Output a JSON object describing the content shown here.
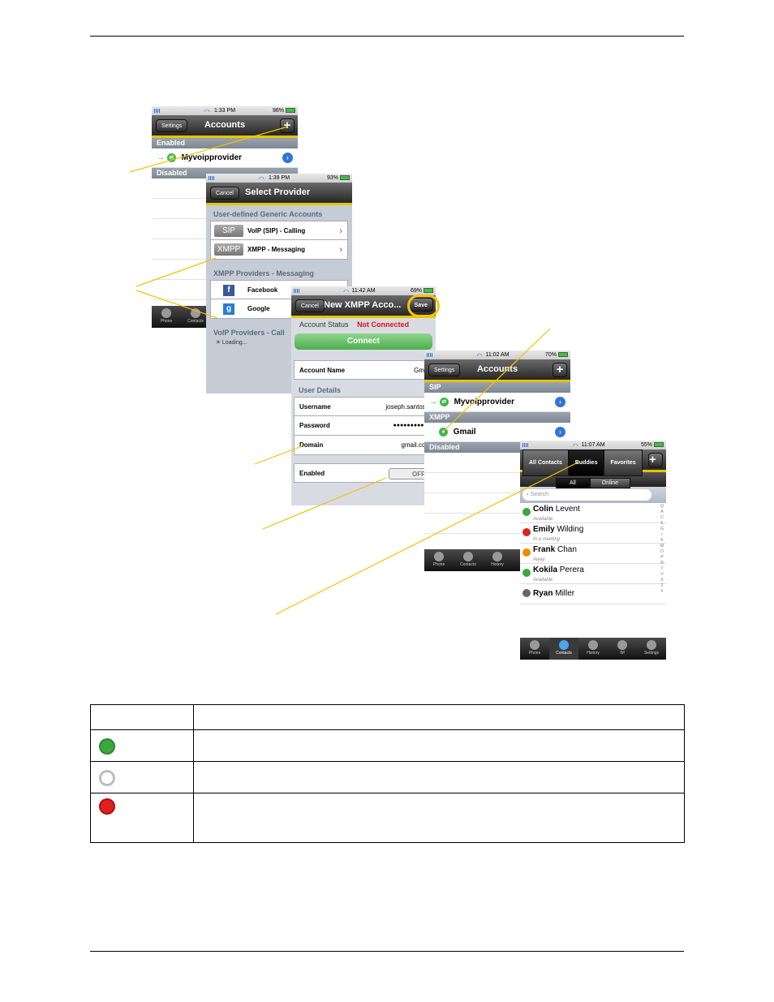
{
  "screen_accounts1": {
    "status_time": "1:33 PM",
    "status_batt": "96%",
    "back_label": "Settings",
    "title": "Accounts",
    "add_label": "+",
    "section_enabled": "Enabled",
    "account_name": "Myvoipprovider",
    "section_disabled": "Disabled",
    "tabs": [
      "Phone",
      "Contacts"
    ]
  },
  "screen_provider": {
    "status_time": "1:39 PM",
    "status_batt": "93%",
    "cancel_label": "Cancel",
    "title": "Select Provider",
    "group1": "User-defined Generic Accounts",
    "sip_badge": "SIP",
    "sip_label": "VoIP (SIP) - Calling",
    "xmpp_badge": "XMPP",
    "xmpp_label": "XMPP - Messaging",
    "group2": "XMPP Providers - Messaging",
    "facebook_label": "Facebook",
    "google_label": "Google",
    "group3": "VoIP Providers - Call",
    "loading": "Loading..."
  },
  "screen_xmpp": {
    "status_time": "11:42 AM",
    "status_batt": "69%",
    "cancel_label": "Cancel",
    "title": "New XMPP Acco...",
    "save_label": "Save",
    "account_status_label": "Account Status",
    "account_status_value": "Not Connected",
    "connect_label": "Connect",
    "account_name_label": "Account Name",
    "account_name_value": "Gmail",
    "details_label": "User Details",
    "username_label": "Username",
    "username_value": "joseph.santos.c",
    "password_label": "Password",
    "password_value": "●●●●●●●●●●●",
    "domain_label": "Domain",
    "domain_value": "gmail.com",
    "enabled_label": "Enabled",
    "enabled_value": "OFF"
  },
  "screen_accounts2": {
    "status_time": "11:02 AM",
    "status_batt": "70%",
    "back_label": "Settings",
    "title": "Accounts",
    "add_label": "+",
    "section_sip": "SIP",
    "sip_account": "Myvoipprovider",
    "section_xmpp": "XMPP",
    "xmpp_account": "Gmail",
    "section_disabled": "Disabled",
    "tabs": [
      "Phone",
      "Contacts",
      "History"
    ]
  },
  "screen_buddies": {
    "status_time": "11:07 AM",
    "status_batt": "55%",
    "tab_all_contacts": "All Contacts",
    "tab_buddies": "Buddies",
    "tab_favorites": "Favorites",
    "add_label": "+",
    "filter_all": "All",
    "filter_online": "Online",
    "search_placeholder": "Search",
    "contacts": [
      {
        "first": "Colin",
        "last": "Levent",
        "status": "Available",
        "color": "#3aa83e"
      },
      {
        "first": "Emily",
        "last": "Wilding",
        "status": "In a meeting",
        "color": "#d8232a"
      },
      {
        "first": "Frank",
        "last": "Chan",
        "status": "Away",
        "color": "#f08a00"
      },
      {
        "first": "Kokila",
        "last": "Perera",
        "status": "Available",
        "color": "#3aa83e"
      },
      {
        "first": "Ryan",
        "last": "Miller",
        "status": "",
        "color": "#666666"
      }
    ],
    "alpha": "Q A C E G I K M O P R T V X Z #",
    "tabs": [
      "Phone",
      "Contacts",
      "History",
      "IM",
      "Settings"
    ]
  },
  "legend_icons": [
    {
      "name": "online-green",
      "color": "#3aa83e"
    },
    {
      "name": "offline-gray",
      "color": "#c8c8c8"
    },
    {
      "name": "error-red",
      "color": "#e02020"
    }
  ]
}
